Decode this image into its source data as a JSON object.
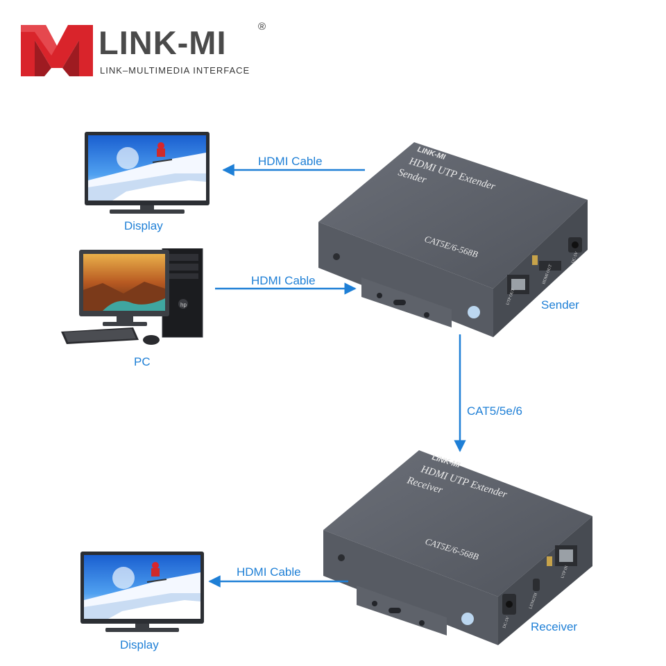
{
  "brand": {
    "name": "LINK-MI",
    "registered_mark": "®",
    "tagline": "LINK–MULTIMEDIA INTERFACE",
    "colors": {
      "red": "#d9242b",
      "dark_red": "#9e1b21",
      "text_gray": "#4a4a4a"
    }
  },
  "accent_color": "#1e7fd6",
  "labels": {
    "display_top": "Display",
    "pc": "PC",
    "display_bottom": "Display",
    "sender": "Sender",
    "receiver": "Receiver"
  },
  "connections": {
    "sender_to_display": "HDMI Cable",
    "pc_to_sender": "HDMI Cable",
    "sender_to_receiver": "CAT5/5e/6",
    "receiver_to_display": "HDMI Cable"
  },
  "sender_device": {
    "brand": "LINK-MI",
    "line1": "HDMI  UTP Extender",
    "line2": "Sender",
    "cable_spec": "CAT5E/6-568B",
    "port_utp": "UTP OUT",
    "port_hdmi": "HDMI OUT",
    "port_dc": "DC-5V"
  },
  "receiver_device": {
    "brand": "LINK-MI",
    "line1": "HDMI  UTP Extender",
    "line2": "Receiver",
    "cable_spec": "CAT5E/6-568B",
    "port_utp": "UTP IN",
    "port_length": "LENGTH",
    "port_dc": "DC-5V"
  },
  "pc_tower_logo": "hp"
}
